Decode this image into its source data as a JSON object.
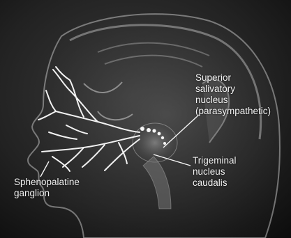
{
  "labels": {
    "superior_salivatory_nucleus": [
      "Superior",
      "salivatory",
      "nucleus",
      "(parasympathetic)"
    ],
    "sphenopalatine_ganglion": [
      "Sphenopalatine",
      "ganglion"
    ],
    "trigeminal_nucleus_caudalis": [
      "Trigeminal",
      "nucleus",
      "caudalis"
    ]
  },
  "colors": {
    "background": "#1c1c1c",
    "nerve": "#f2f2f2",
    "label_text": "#f4f4f4"
  }
}
